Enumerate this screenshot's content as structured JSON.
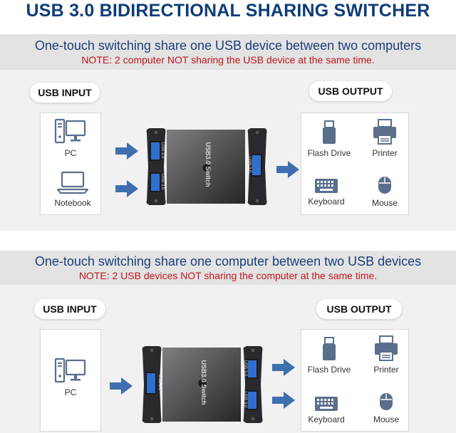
{
  "title": "USB 3.0 BIDIRECTIONAL SHARING SWITCHER",
  "top_section": {
    "headline": "One-touch switching share one USB device between two computers",
    "note": "NOTE: 2 computer NOT sharing the USB device at the same time.",
    "input_label": "USB INPUT",
    "output_label": "USB OUTPUT",
    "inputs": [
      {
        "label": "PC",
        "icon": "pc-tower-icon"
      },
      {
        "label": "Notebook",
        "icon": "laptop-icon"
      }
    ],
    "outputs": [
      {
        "label": "Flash Drive",
        "icon": "flash-drive-icon"
      },
      {
        "label": "Printer",
        "icon": "printer-icon"
      },
      {
        "label": "Keyboard",
        "icon": "keyboard-icon"
      },
      {
        "label": "Mouse",
        "icon": "mouse-icon"
      }
    ]
  },
  "bottom_section": {
    "headline": "One-touch switching share one computer between two USB devices",
    "note": "NOTE: 2 USB devices NOT sharing the computer at the same time.",
    "input_label": "USB INPUT",
    "output_label": "USB OUTPUT",
    "inputs": [
      {
        "label": "PC",
        "icon": "pc-tower-icon"
      }
    ],
    "outputs": [
      {
        "label": "Flash Drive",
        "icon": "flash-drive-icon"
      },
      {
        "label": "Printer",
        "icon": "printer-icon"
      },
      {
        "label": "Keyboard",
        "icon": "keyboard-icon"
      },
      {
        "label": "Mouse",
        "icon": "mouse-icon"
      }
    ]
  },
  "switch": {
    "brand_text": "USB3.0 Switch",
    "port_text": "USB 3.0"
  },
  "colors": {
    "title": "#0e3c78",
    "note": "#c0161c",
    "arrow": "#3f6fb0",
    "icon": "#5a6f8c",
    "port": "#2f6fd0"
  }
}
